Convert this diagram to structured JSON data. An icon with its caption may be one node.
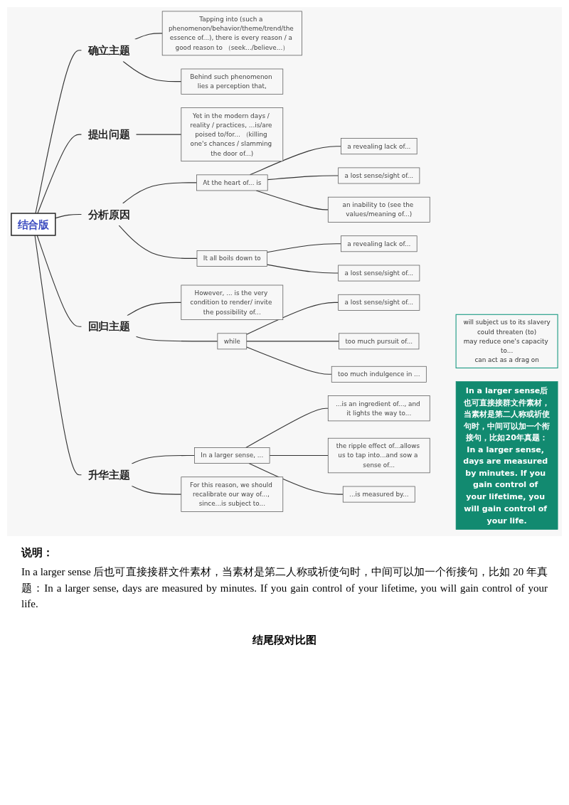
{
  "diagram": {
    "nodes": [
      {
        "text": [
          "结合版"
        ]
      },
      {
        "text": [
          "确立主题"
        ]
      },
      {
        "text": [
          "Tapping into (such a phenomenon/behavior/theme/trend/the essence of...), there is every reason / a good reason to （seek.../believe...）"
        ]
      },
      {
        "text": [
          "Behind such phenomenon lies a perception that,"
        ]
      },
      {
        "text": [
          "提出问题"
        ]
      },
      {
        "text": [
          "Yet in the modern days / reality / practices, ...is/are poised to/for... （killing one's chances / slamming the door of...)"
        ]
      },
      {
        "text": [
          "分析原因"
        ]
      },
      {
        "text": [
          "At the heart of... is"
        ]
      },
      {
        "text": [
          "a revealing lack of..."
        ]
      },
      {
        "text": [
          "a lost sense/sight of..."
        ]
      },
      {
        "text": [
          "an inability to (see the values/meaning of...)"
        ]
      },
      {
        "text": [
          "It all boils down to"
        ]
      },
      {
        "text": [
          "a revealing lack of..."
        ]
      },
      {
        "text": [
          "a lost sense/sight of..."
        ]
      },
      {
        "text": [
          "回归主题"
        ]
      },
      {
        "text": [
          "However, ... is the very condition to render/ invite the possibility of..."
        ]
      },
      {
        "text": [
          "while"
        ]
      },
      {
        "text": [
          "a lost sense/sight of..."
        ]
      },
      {
        "text": [
          "too much pursuit of..."
        ]
      },
      {
        "text": [
          "too much indulgence in ..."
        ]
      },
      {
        "text": [
          "will subject us to its slavery",
          "could threaten (to)",
          "may reduce one's capacity to...",
          "can act as a drag on"
        ]
      },
      {
        "text": [
          "升华主题"
        ]
      },
      {
        "text": [
          "In a larger sense, ..."
        ]
      },
      {
        "text": [
          "...is an ingredient of..., and it lights the way to..."
        ]
      },
      {
        "text": [
          "the ripple effect of...allows us to tap into...and sow a sense of..."
        ]
      },
      {
        "text": [
          "...is measured by..."
        ]
      },
      {
        "text": [
          "In a larger sense后也可直接接群文件素材，当素材是第二人称或祈使句时，中间可以加一个衔接句，比如20年真题：In a larger sense, days are measured by minutes. If you gain control of your lifetime, you will gain control of your life."
        ]
      },
      {
        "text": [
          "For this reason, we should recalibrate our way of..., since...is subject to..."
        ]
      }
    ],
    "edges": [
      {
        "from": 0,
        "to": 1,
        "arrow": "none"
      },
      {
        "from": 1,
        "to": 2,
        "arrow": "none"
      },
      {
        "from": 1,
        "to": 3,
        "arrow": "none"
      },
      {
        "from": 0,
        "to": 4,
        "arrow": "none"
      },
      {
        "from": 4,
        "to": 5,
        "arrow": "none"
      },
      {
        "from": 0,
        "to": 6,
        "arrow": "none"
      },
      {
        "from": 6,
        "to": 7,
        "arrow": "none"
      },
      {
        "from": 7,
        "to": 8,
        "arrow": "none"
      },
      {
        "from": 7,
        "to": 9,
        "arrow": "none"
      },
      {
        "from": 7,
        "to": 10,
        "arrow": "none"
      },
      {
        "from": 6,
        "to": 11,
        "arrow": "none"
      },
      {
        "from": 11,
        "to": 12,
        "arrow": "none"
      },
      {
        "from": 11,
        "to": 13,
        "arrow": "none"
      },
      {
        "from": 0,
        "to": 14,
        "arrow": "none"
      },
      {
        "from": 14,
        "to": 15,
        "arrow": "none"
      },
      {
        "from": 14,
        "to": 16,
        "arrow": "none"
      },
      {
        "from": 16,
        "to": 17,
        "arrow": "none"
      },
      {
        "from": 16,
        "to": 18,
        "arrow": "none"
      },
      {
        "from": 16,
        "to": 19,
        "arrow": "none"
      },
      {
        "from": 0,
        "to": 21,
        "arrow": "none"
      },
      {
        "from": 21,
        "to": 22,
        "arrow": "none"
      },
      {
        "from": 22,
        "to": 23,
        "arrow": "none"
      },
      {
        "from": 22,
        "to": 24,
        "arrow": "none"
      },
      {
        "from": 22,
        "to": 25,
        "arrow": "none"
      },
      {
        "from": 21,
        "to": 27,
        "arrow": "none"
      }
    ],
    "labels": [
      "说明：",
      "In a larger sense 后也可直接接群文件素材，当素材是第二人称或祈使句时，中间可以加一个衔接句，比如 20 年真题：In a larger sense, days are measured by minutes. If you gain control of your lifetime, you will gain control of your life.",
      "结尾段对比图"
    ]
  }
}
